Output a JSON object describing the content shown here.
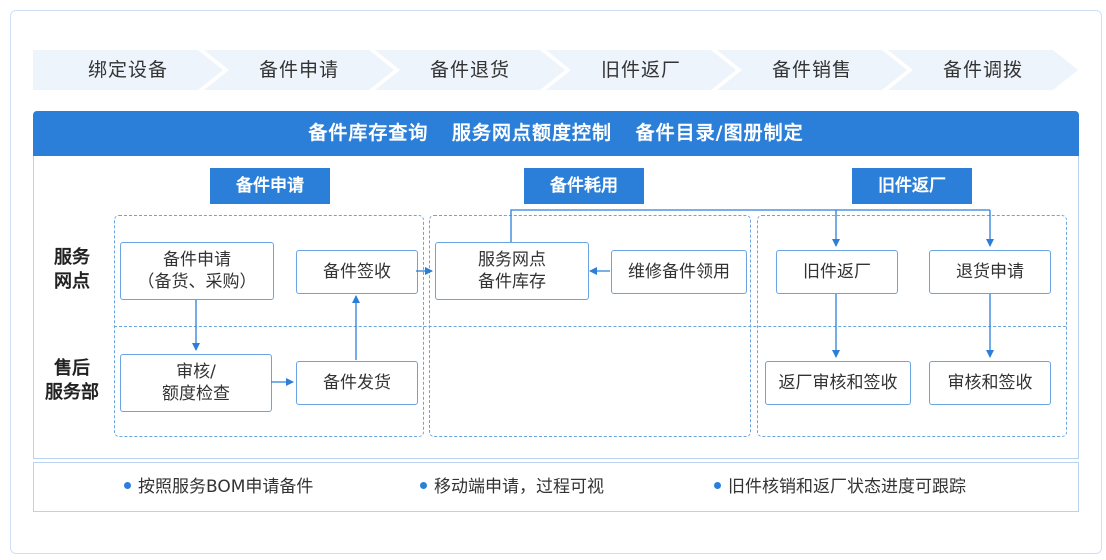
{
  "process_steps": [
    "绑定设备",
    "备件申请",
    "备件退货",
    "旧件返厂",
    "备件销售",
    "备件调拨"
  ],
  "header_items": [
    "备件库存查询",
    "服务网点额度控制",
    "备件目录/图册制定"
  ],
  "sections": {
    "apply": "备件申请",
    "consume": "备件耗用",
    "return": "旧件返厂"
  },
  "row_labels": {
    "service_point": [
      "服务",
      "网点"
    ],
    "after_sales": [
      "售后",
      "服务部"
    ]
  },
  "nodes": {
    "apply_request": [
      "备件申请",
      "（备货、采购）"
    ],
    "sign_receive": "备件签收",
    "review_quota": [
      "审核/",
      "额度检查"
    ],
    "ship_parts": "备件发货",
    "outlet_stock": [
      "服务网点",
      "备件库存"
    ],
    "repair_use": "维修备件领用",
    "old_return": "旧件返厂",
    "return_request": "退货申请",
    "factory_review_sign": "返厂审核和签收",
    "review_sign": "审核和签收"
  },
  "footer_features": [
    "按照服务BOM申请备件",
    "移动端申请，过程可视",
    "旧件核销和返厂状态进度可跟踪"
  ],
  "colors": {
    "primary": "#2b7fd9",
    "dashed_border": "#6aa4e0",
    "chevron_bg": "#eef4fb"
  }
}
